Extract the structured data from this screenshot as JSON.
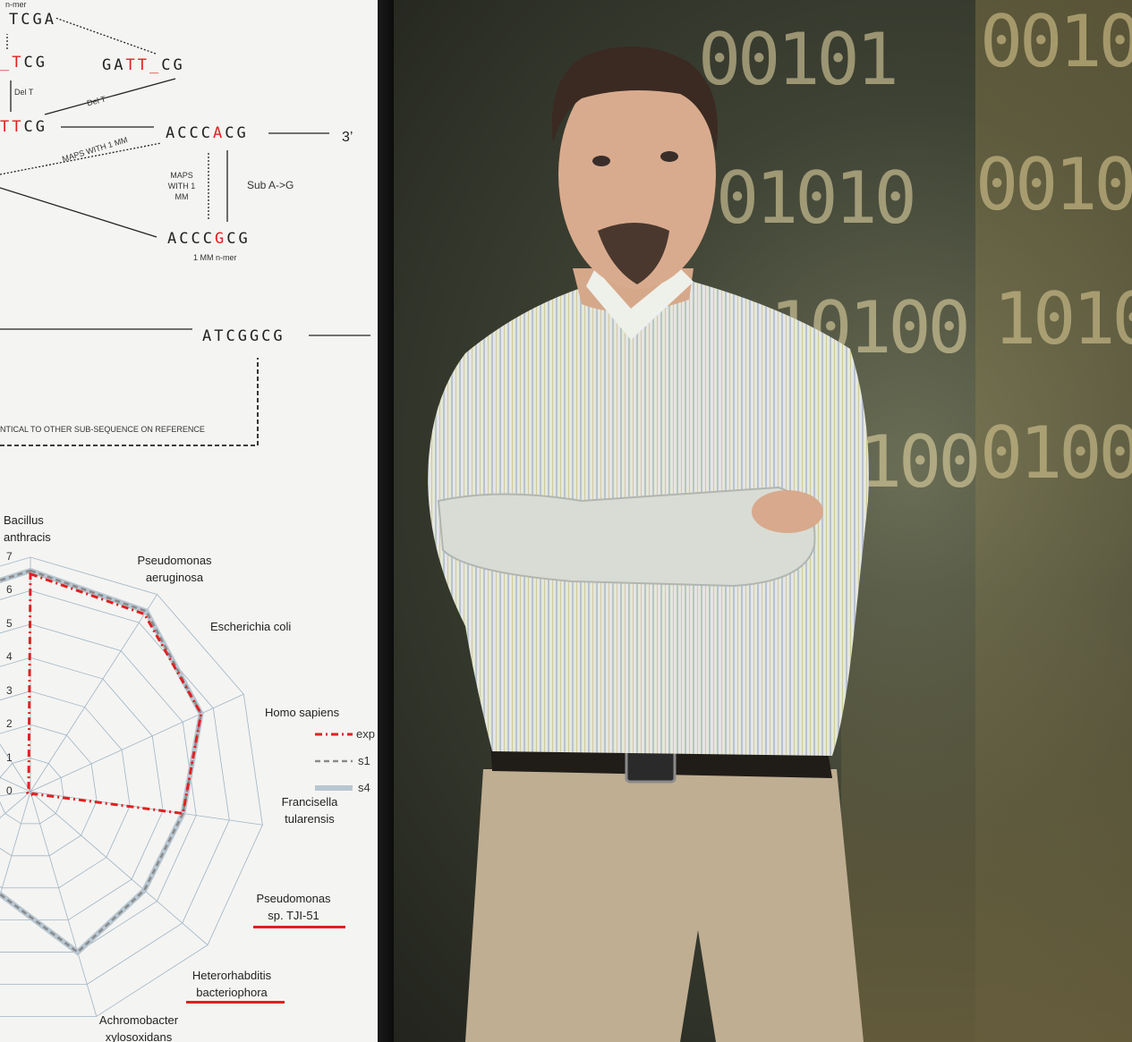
{
  "poster": {
    "top_caption": "n-mer",
    "seq_row1": [
      "T",
      "C",
      "G",
      "A"
    ],
    "seq_gatt": [
      "G",
      "A",
      "T",
      "T",
      "_",
      "C",
      "G"
    ],
    "seq_tcg_left": [
      "_",
      "T",
      "C",
      "G"
    ],
    "del_t_1": "Del T",
    "del_t_2": "Del T",
    "seq_ttcg": [
      "T",
      "T",
      "C",
      "G"
    ],
    "maps_with_1mm": "MAPS WITH 1 MM",
    "seq_acccacg": [
      "A",
      "C",
      "C",
      "C",
      "A",
      "C",
      "G"
    ],
    "three_prime": "3’",
    "maps_vertical": "MAPS WITH 1 MM",
    "sub_label": "Sub A->G",
    "seq_acccgcg": [
      "A",
      "C",
      "C",
      "C",
      "G",
      "C",
      "G"
    ],
    "one_mm_nmer": "1 MM n-mer",
    "seq_atcggcg": "ATCGGCG",
    "identical_caption": "NTICAL TO OTHER SUB-SEQUENCE ON REFERENCE"
  },
  "chart_data": {
    "type": "radar",
    "axes": [
      "Bacillus anthracis",
      "Pseudomonas aeruginosa",
      "Escherichia coli",
      "Homo sapiens",
      "Francisella tularensis",
      "Pseudomonas sp. TJI-51",
      "Heterorhabditis bacteriophora",
      "Achromobacter xylosoxidans"
    ],
    "ticks": [
      "0",
      "1",
      "2",
      "3",
      "4",
      "5",
      "6",
      "7"
    ],
    "rlim": [
      0,
      7
    ],
    "legend": [
      {
        "name": "exp",
        "color": "#e02020",
        "style": "dash-dot"
      },
      {
        "name": "s1",
        "color": "#8a8a8a",
        "style": "dashed"
      },
      {
        "name": "s4",
        "color": "#b7c6d1",
        "style": "thick"
      }
    ],
    "underlined_axes": [
      "Pseudomonas sp. TJI-51",
      "Heterorhabditis bacteriophora"
    ],
    "accent": "#e02020"
  }
}
